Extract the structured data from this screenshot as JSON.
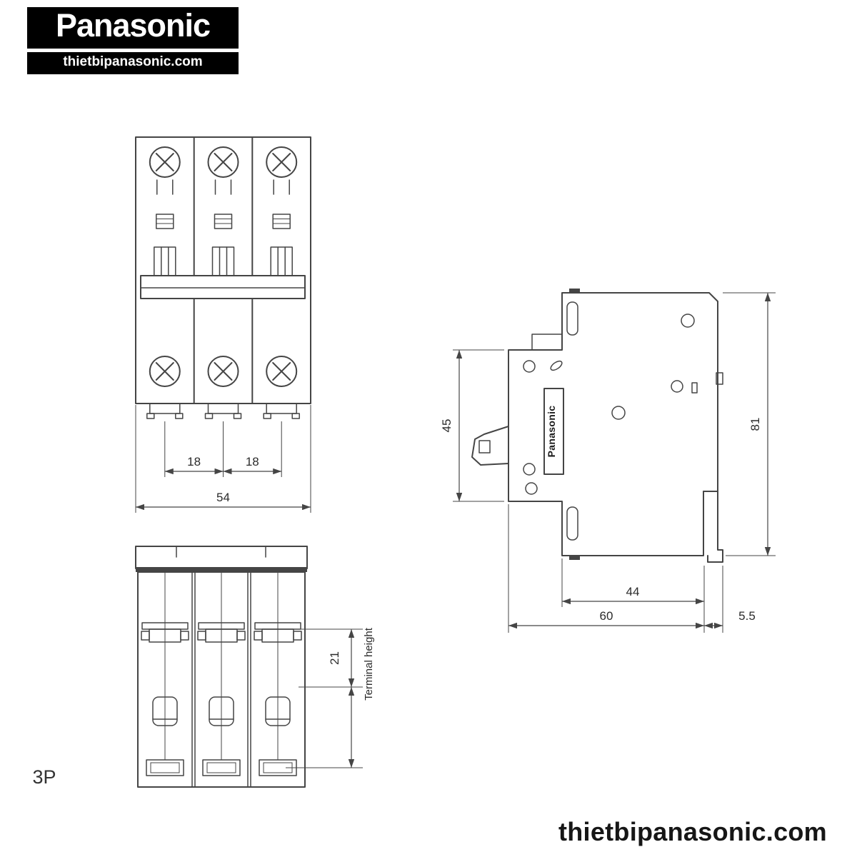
{
  "header": {
    "logo": "Panasonic",
    "site": "thietbipanasonic.com"
  },
  "footer": {
    "site": "thietbipanasonic.com"
  },
  "colors": {
    "brand_bg": "#000000",
    "line": "#454545"
  },
  "drawing": {
    "pole_label": "3P",
    "front": {
      "dim_pitch_1": "18",
      "dim_pitch_2": "18",
      "dim_width": "54"
    },
    "bottom": {
      "dim_terminal": "21",
      "terminal_label": "Terminal height"
    },
    "side": {
      "dim_front_height": "45",
      "dim_total_height": "81",
      "dim_depth_body": "44",
      "dim_depth_total": "60",
      "dim_rail": "5.5",
      "device_label": "Panasonic"
    }
  }
}
